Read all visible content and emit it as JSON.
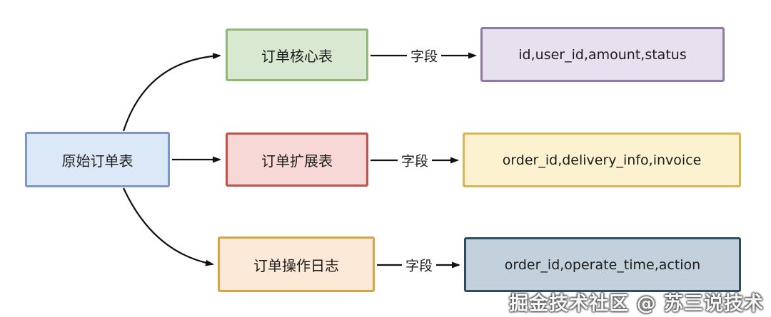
{
  "diagram": {
    "source": {
      "label": "原始订单表"
    },
    "rows": [
      {
        "table_label": "订单核心表",
        "fields_label": "id,user_id,amount,status",
        "edge_label": "字段"
      },
      {
        "table_label": "订单扩展表",
        "fields_label": "order_id,delivery_info,invoice",
        "edge_label": "字段"
      },
      {
        "table_label": "订单操作日志",
        "fields_label": "order_id,operate_time,action",
        "edge_label": "字段"
      }
    ],
    "colors": {
      "source_fill": "#dbe8f7",
      "source_border": "#7d97c3",
      "core_fill": "#d9e8d0",
      "core_border": "#8fb779",
      "core_fields_fill": "#e7e0ef",
      "core_fields_border": "#8f7aa5",
      "ext_fill": "#f8d8d6",
      "ext_border": "#c3504a",
      "ext_fields_fill": "#fdf2cf",
      "ext_fields_border": "#d9b654",
      "log_fill": "#fde9d8",
      "log_border": "#d9a43b",
      "log_fields_fill": "#c2d1dc",
      "log_fields_border": "#2e4d5f",
      "arrow": "#111111"
    }
  },
  "watermark": {
    "text": "掘金技术社区 @ 苏三说技术"
  }
}
